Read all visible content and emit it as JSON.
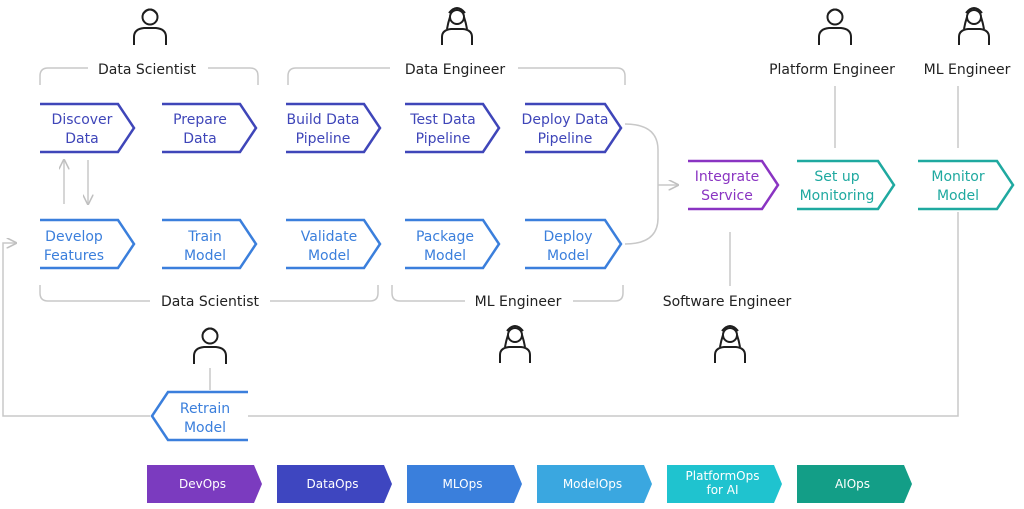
{
  "colors": {
    "connector": "#c8c8c8",
    "bracket": "#c8c8c8",
    "icon": "#1e1e1e",
    "text_dark": "#222222",
    "data_steps": "#3f46b9",
    "model_steps": "#3b7fdc",
    "integrate": "#8a34c2",
    "platform": "#1fa9a0"
  },
  "roles": {
    "data_scientist_top": "Data Scientist",
    "data_engineer": "Data Engineer",
    "platform_engineer": "Platform Engineer",
    "ml_engineer_top": "ML Engineer",
    "data_scientist_bottom": "Data Scientist",
    "ml_engineer_bottom": "ML Engineer",
    "software_engineer": "Software Engineer"
  },
  "steps": {
    "discover": [
      "Discover",
      "Data"
    ],
    "prepare": [
      "Prepare",
      "Data"
    ],
    "build": [
      "Build Data",
      "Pipeline"
    ],
    "test": [
      "Test Data",
      "Pipeline"
    ],
    "deploy_pipeline": [
      "Deploy Data",
      "Pipeline"
    ],
    "develop": [
      "Develop",
      "Features"
    ],
    "train": [
      "Train",
      "Model"
    ],
    "validate": [
      "Validate",
      "Model"
    ],
    "package": [
      "Package",
      "Model"
    ],
    "deploy_model": [
      "Deploy",
      "Model"
    ],
    "integrate": [
      "Integrate",
      "Service"
    ],
    "setup_monitoring": [
      "Set up",
      "Monitoring"
    ],
    "monitor": [
      "Monitor",
      "Model"
    ],
    "retrain": [
      "Retrain",
      "Model"
    ]
  },
  "legend": [
    {
      "label": [
        "DevOps"
      ],
      "color": "#7b3bbf"
    },
    {
      "label": [
        "DataOps"
      ],
      "color": "#3e46c0"
    },
    {
      "label": [
        "MLOps"
      ],
      "color": "#3a7fdc"
    },
    {
      "label": [
        "ModelOps"
      ],
      "color": "#3aa7e0"
    },
    {
      "label": [
        "PlatformOps",
        "for AI"
      ],
      "color": "#1fc3cf"
    },
    {
      "label": [
        "AIOps"
      ],
      "color": "#139e87"
    }
  ]
}
